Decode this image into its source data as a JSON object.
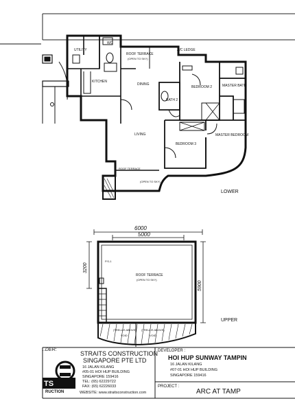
{
  "lower_plan": {
    "level_label": "LOWER",
    "rooms": {
      "utility": "UTILITY",
      "wc": "WC",
      "roof_terrace_top": "ROOF TERRACE",
      "roof_terrace_top_sub": "(OPEN TO SKY)",
      "ac_ledge": "A/C LEDGE",
      "kitchen": "KITCHEN",
      "dining": "DINING",
      "bedroom2": "BEDROOM 2",
      "master_bath": "MASTER BATH",
      "bath2": "BATH 2",
      "living": "LIVING",
      "bedroom3": "BEDROOM 3",
      "master_bedroom": "MASTER BEDROOM",
      "roof_terrace_bottom": "ROOF TERRACE",
      "open_to_sky": "(OPEN TO SKY)"
    }
  },
  "upper_plan": {
    "level_label": "UPPER",
    "dim_outer_width": "6000",
    "dim_inner_width": "5000",
    "dim_left_height": "3200",
    "dim_right_height": "5900",
    "roof_terrace": "ROOF TERRACE",
    "roof_terrace_sub": "(OPEN TO SKY)",
    "trellis_left": "(TRELLIS ABOVE)",
    "trellis_right": "(TRELLIS ABOVE)",
    "void_left": "VOID",
    "void_right": "VOID",
    "socket_tag": "P.S-1"
  },
  "title_block": {
    "left_label": "..DER:",
    "builder": {
      "name_line1": "STRAITS CONSTRUCTION",
      "name_line2": "SINGAPORE PTE LTD",
      "addr1": "16 JALAN KILANG",
      "addr2": "#05-01 HOI HUP BUILDING",
      "addr3": "SINGAPORE 159416",
      "tel": "TEL: (65) 62229722",
      "fax": "FAX: (65) 62226033",
      "website": "WEBSITE: www.straitsconstruction.com"
    },
    "logo_text": "TS",
    "logo_sub": "RUCTION",
    "developer_label": "DEVELOPER :",
    "developer": {
      "name": "HOI HUP SUNWAY TAMPIN",
      "addr1": "16 JALAN KILANG",
      "addr2": "#07-01 HOI HUP BUILDING",
      "addr3": "SINGAPORE 159416"
    },
    "project_label": "PROJECT :",
    "project_name": "ARC AT TAMP"
  }
}
